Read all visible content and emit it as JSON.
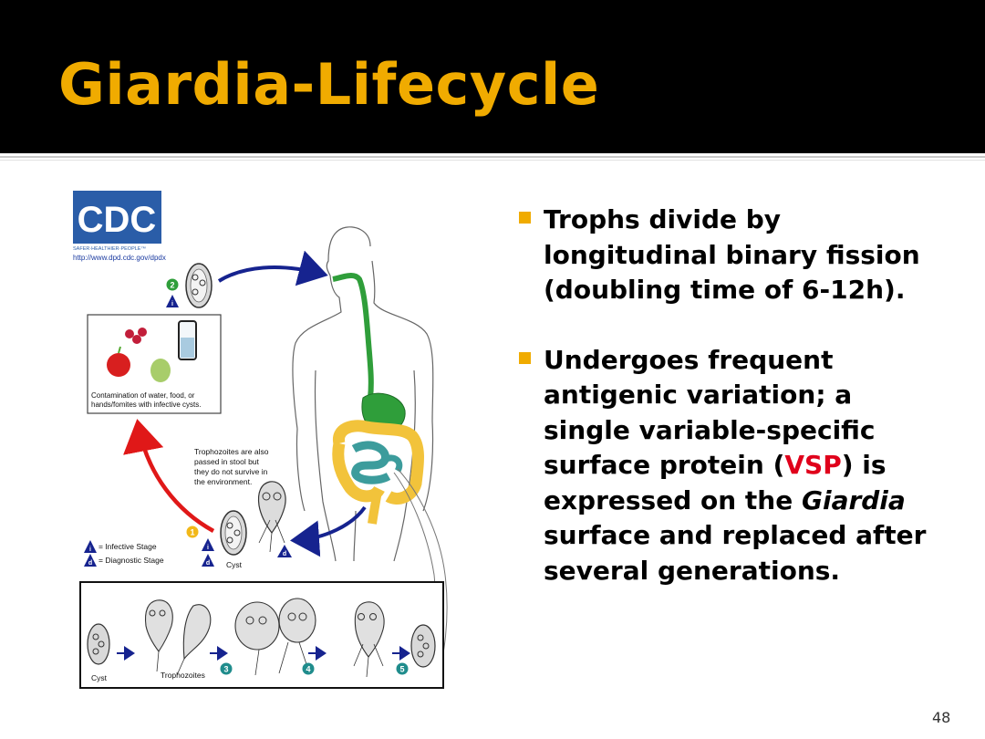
{
  "slide": {
    "title": "Giardia-Lifecycle",
    "page_number": "48",
    "accent_color": "#F0AB00",
    "highlight_color": "#E0001B"
  },
  "bullets": [
    {
      "text": "Trophs divide by longitudinal binary fission (doubling time of 6-12h)."
    },
    {
      "part1": "Undergoes frequent antigenic variation; a single variable-specific surface protein (",
      "vsp": "VSP",
      "part2": ") is expressed on the ",
      "italic": "Giardia",
      "part3": " surface and replaced after several generations."
    }
  ],
  "diagram": {
    "logo_text": "CDC",
    "logo_tagline": "SAFER·HEALTHIER·PEOPLE™",
    "url": "http://www.dpd.cdc.gov/dpdx",
    "contamination_line1": "Contamination of water, food, or",
    "contamination_line2": "hands/fomites with infective cysts.",
    "troph_note": [
      "Trophozoites are also",
      "passed in stool but",
      "they do not survive in",
      "the environment."
    ],
    "legend_infective": "= Infective Stage",
    "legend_diagnostic": "= Diagnostic Stage",
    "cyst_label": "Cyst",
    "panel_cyst_label": "Cyst",
    "panel_troph_label": "Trophozoites",
    "steps": [
      "1",
      "2",
      "3",
      "4",
      "5"
    ],
    "icon_infective": "i",
    "icon_diagnostic": "d"
  }
}
